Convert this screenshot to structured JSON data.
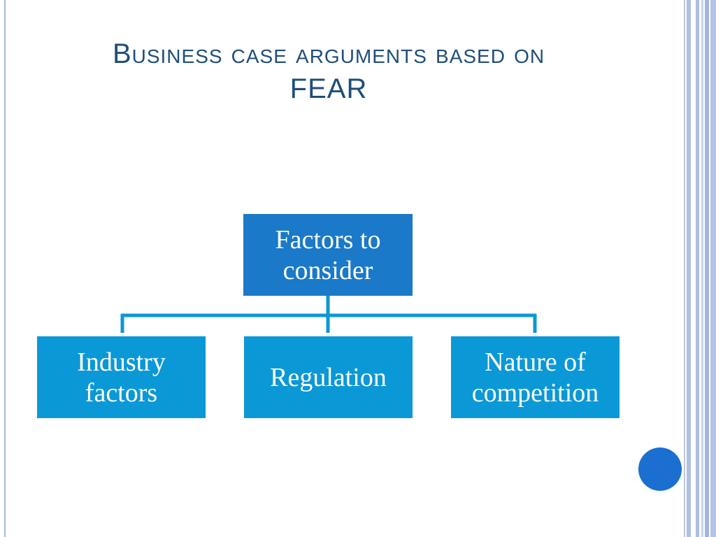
{
  "slide": {
    "title_line1": "Business case arguments based on",
    "title_line2": "FEAR"
  },
  "diagram": {
    "root": {
      "line1": "Factors to",
      "line2": "consider"
    },
    "children": [
      {
        "line1": "Industry",
        "line2": "factors"
      },
      {
        "line1": "Regulation",
        "line2": ""
      },
      {
        "line1": "Nature of",
        "line2": "competition"
      }
    ]
  },
  "colors": {
    "title": "#1f4e79",
    "root_box": "#1a79c8",
    "child_box": "#0b98d6",
    "connector": "#0b98d6",
    "accent_dot": "#1a6fd0"
  }
}
